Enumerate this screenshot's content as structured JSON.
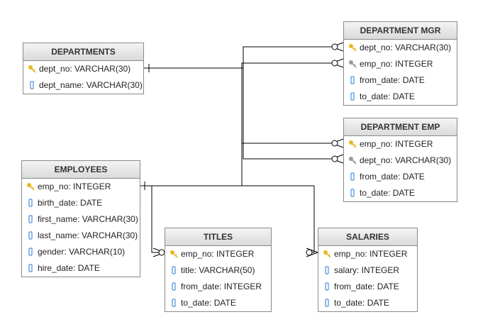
{
  "tables": {
    "departments": {
      "title": "DEPARTMENTS",
      "columns": [
        {
          "text": "dept_no: VARCHAR(30)",
          "icon": "key-icon"
        },
        {
          "text": "dept_name: VARCHAR(30)",
          "icon": "column-icon"
        }
      ]
    },
    "dept_mgr": {
      "title": "DEPARTMENT MGR",
      "columns": [
        {
          "text": "dept_no: VARCHAR(30)",
          "icon": "key-icon"
        },
        {
          "text": "emp_no: INTEGER",
          "icon": "foreign-key-icon"
        },
        {
          "text": "from_date: DATE",
          "icon": "column-icon"
        },
        {
          "text": "to_date: DATE",
          "icon": "column-icon"
        }
      ]
    },
    "dept_emp": {
      "title": "DEPARTMENT EMP",
      "columns": [
        {
          "text": "emp_no: INTEGER",
          "icon": "key-icon"
        },
        {
          "text": "dept_no: VARCHAR(30)",
          "icon": "foreign-key-icon"
        },
        {
          "text": "from_date: DATE",
          "icon": "column-icon"
        },
        {
          "text": "to_date: DATE",
          "icon": "column-icon"
        }
      ]
    },
    "employees": {
      "title": "EMPLOYEES",
      "columns": [
        {
          "text": "emp_no: INTEGER",
          "icon": "key-icon"
        },
        {
          "text": "birth_date: DATE",
          "icon": "column-icon"
        },
        {
          "text": "first_name: VARCHAR(30)",
          "icon": "column-icon"
        },
        {
          "text": "last_name: VARCHAR(30)",
          "icon": "column-icon"
        },
        {
          "text": "gender: VARCHAR(10)",
          "icon": "column-icon"
        },
        {
          "text": "hire_date: DATE",
          "icon": "column-icon"
        }
      ]
    },
    "titles": {
      "title": "TITLES",
      "columns": [
        {
          "text": "emp_no: INTEGER",
          "icon": "key-icon"
        },
        {
          "text": "title: VARCHAR(50)",
          "icon": "column-icon"
        },
        {
          "text": "from_date: INTEGER",
          "icon": "column-icon"
        },
        {
          "text": "to_date: DATE",
          "icon": "column-icon"
        }
      ]
    },
    "salaries": {
      "title": "SALARIES",
      "columns": [
        {
          "text": "emp_no: INTEGER",
          "icon": "key-icon"
        },
        {
          "text": "salary: INTEGER",
          "icon": "column-icon"
        },
        {
          "text": "from_date: DATE",
          "icon": "column-icon"
        },
        {
          "text": "to_date: DATE",
          "icon": "column-icon"
        }
      ]
    }
  },
  "colors": {
    "key": "#e8b820",
    "foreign_key": "#9a9a9a",
    "column": "#4a90d9",
    "line": "#000000",
    "border": "#8a8a8a"
  }
}
